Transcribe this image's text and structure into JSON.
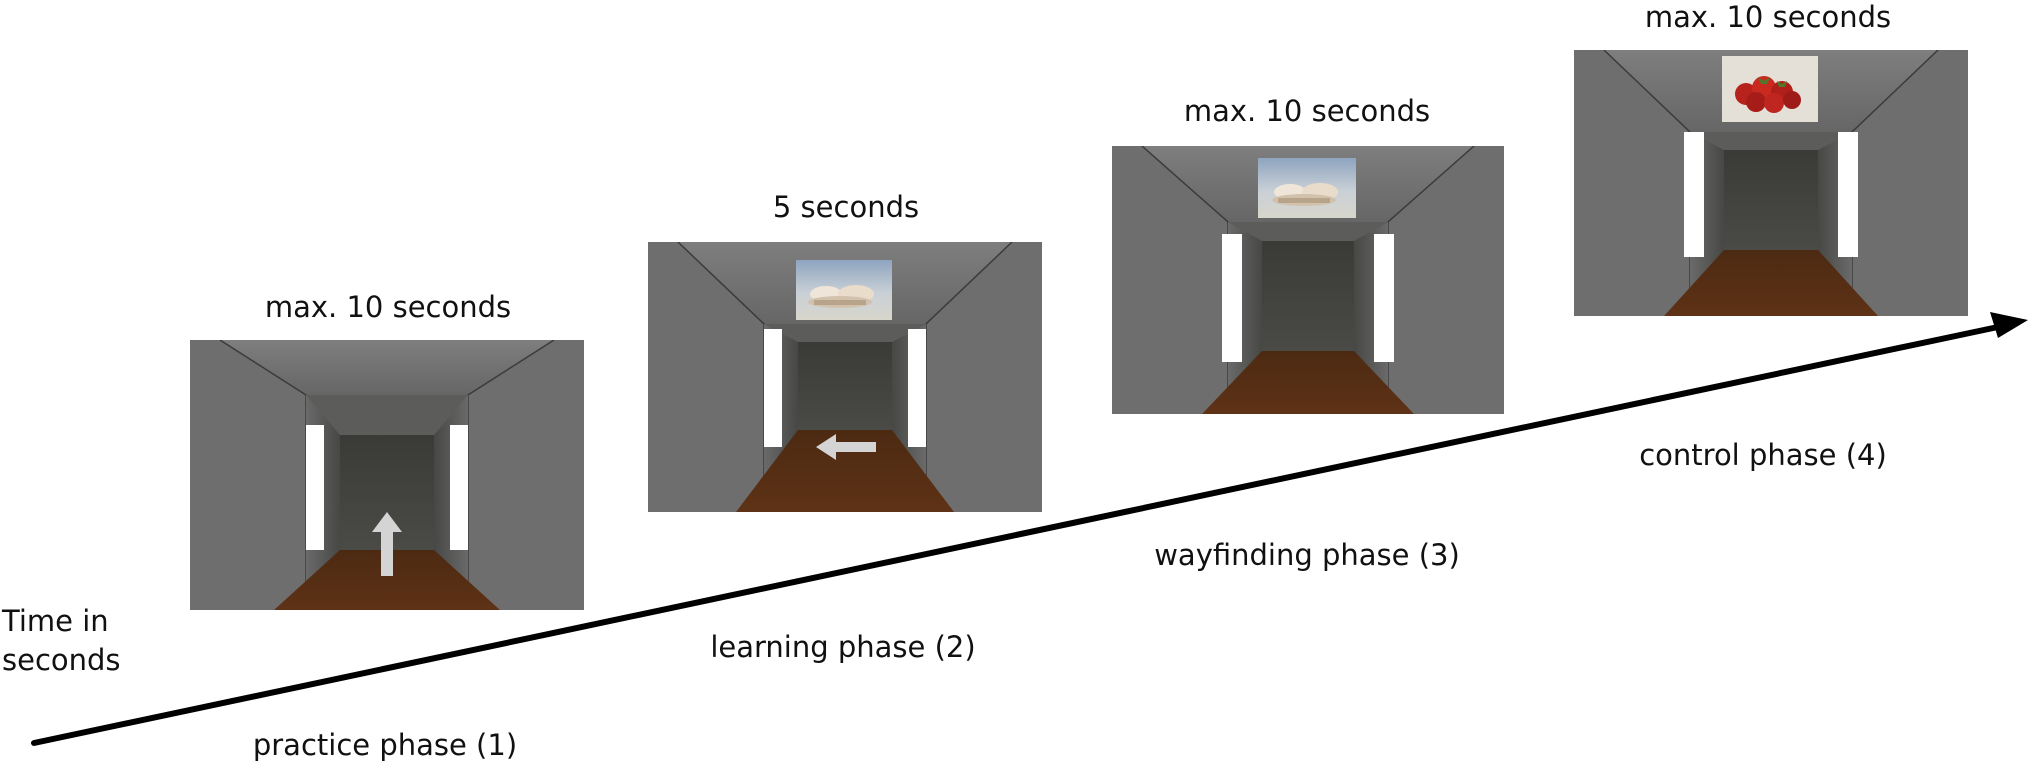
{
  "axis": {
    "line1": "Time in",
    "line2": "seconds"
  },
  "phases": [
    {
      "duration": "max. 10 seconds",
      "name": "practice phase (1)",
      "cue": "arrow-up"
    },
    {
      "duration": "5 seconds",
      "name": "learning phase (2)",
      "cue": "arrow-left",
      "object": "shoes"
    },
    {
      "duration": "max. 10 seconds",
      "name": "wayfinding phase (3)",
      "object": "shoes"
    },
    {
      "duration": "max. 10 seconds",
      "name": "control phase (4)",
      "object": "strawberries"
    }
  ],
  "colors": {
    "wall": "#6f6f6f",
    "ceiling": "#7d7d7d",
    "back_wall": "#3f3f3c",
    "floor": "#5a3015",
    "door": "#ffffff",
    "arrow": "#d4d4d4",
    "timeline": "#000000"
  }
}
